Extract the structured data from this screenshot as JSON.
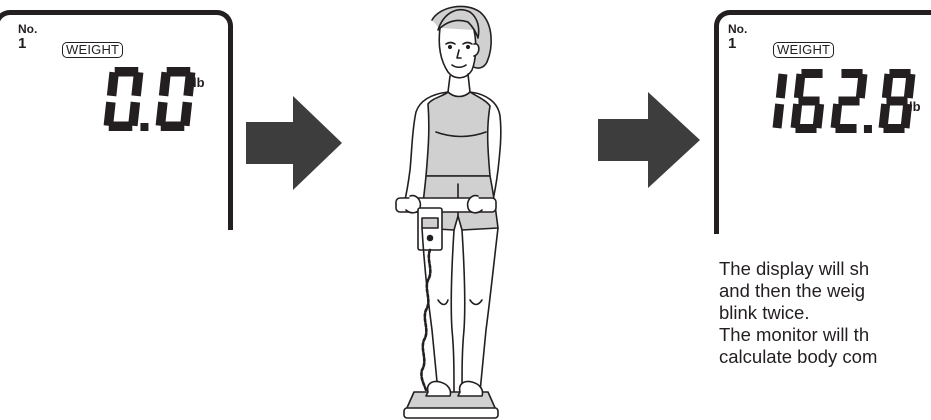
{
  "left_display": {
    "no_label": "No.",
    "user_number": "1",
    "mode_tag": "WEIGHT",
    "reading": "0.0",
    "unit": "lb"
  },
  "right_display": {
    "no_label": "No.",
    "user_number": "1",
    "mode_tag": "WEIGHT",
    "reading": "162.8",
    "unit": "lb"
  },
  "caption": {
    "lines": [
      "The display will sh",
      "and then the weig",
      "blink twice.",
      "The monitor will th",
      "calculate body com"
    ]
  },
  "colors": {
    "ink": "#231f20",
    "arrow": "#3d3d3d",
    "background": "#ffffff"
  },
  "icons": {
    "arrow_1": "right-arrow-icon",
    "arrow_2": "right-arrow-icon",
    "figure": "woman-on-body-composition-scale-illustration"
  }
}
